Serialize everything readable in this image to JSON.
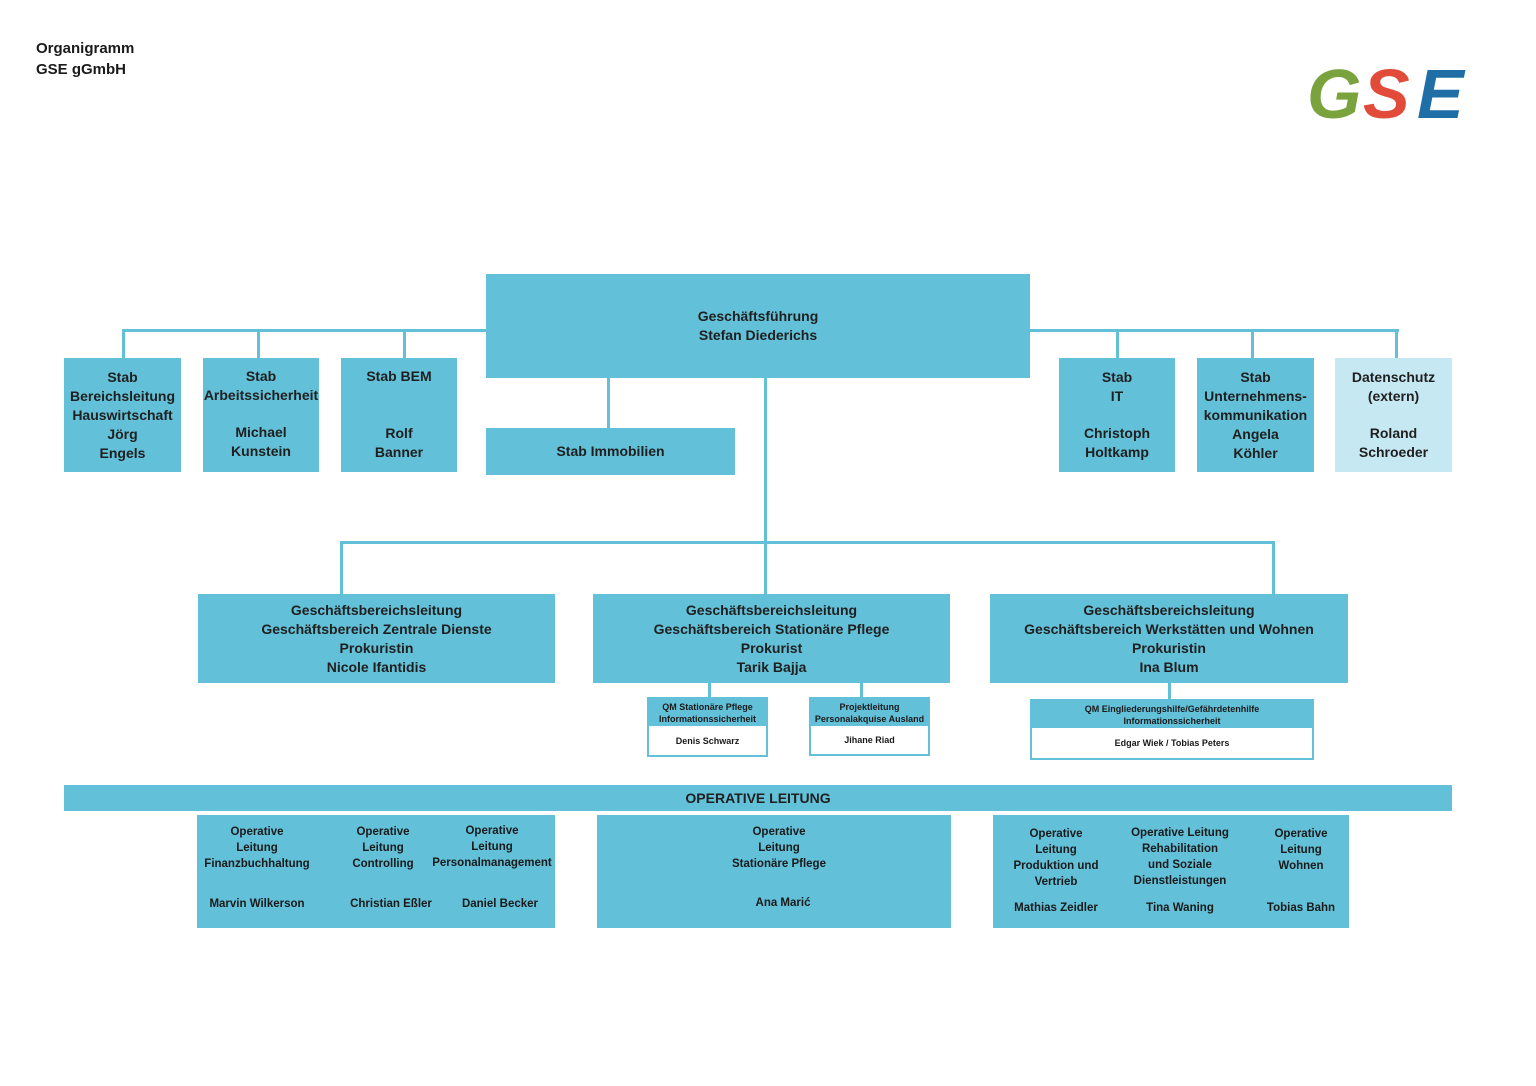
{
  "header": {
    "line1": "Organigramm",
    "line2": "GSE gGmbH"
  },
  "logo": {
    "letters": [
      "G",
      "S",
      "E"
    ],
    "colors": [
      "#7aa33e",
      "#e24a3a",
      "#1f6fa6"
    ]
  },
  "colors": {
    "box": "#62c0d8",
    "box_light": "#c6e8f2",
    "line": "#62c0d8"
  },
  "ceo": {
    "title": "Geschäftsführung",
    "name": "Stefan Diederichs"
  },
  "immobilien": {
    "label": "Stab Immobilien"
  },
  "staff_left": [
    {
      "lines": [
        "Stab",
        "Bereichsleitung",
        "Hauswirtschaft",
        "Jörg",
        "Engels"
      ]
    },
    {
      "title": [
        "Stab",
        "Arbeitssicherheit"
      ],
      "name": [
        "Michael",
        "Kunstein"
      ]
    },
    {
      "title": [
        "Stab BEM"
      ],
      "name": [
        "Rolf",
        "Banner"
      ]
    }
  ],
  "staff_right": [
    {
      "title": [
        "Stab",
        "IT"
      ],
      "name": [
        "Christoph",
        "Holtkamp"
      ]
    },
    {
      "title": [
        "Stab",
        "Unternehmens-",
        "kommunikation"
      ],
      "name": [
        "Angela",
        "Köhler"
      ]
    },
    {
      "title": [
        "Datenschutz",
        "(extern)"
      ],
      "name": [
        "Roland",
        "Schroeder"
      ]
    }
  ],
  "divisions": [
    {
      "lines": [
        "Geschäftsbereichsleitung",
        "Geschäftsbereich Zentrale Dienste",
        "Prokuristin",
        "Nicole Ifantidis"
      ]
    },
    {
      "lines": [
        "Geschäftsbereichsleitung",
        "Geschäftsbereich Stationäre Pflege",
        "Prokurist",
        "Tarik Bajja"
      ]
    },
    {
      "lines": [
        "Geschäftsbereichsleitung",
        "Geschäftsbereich Werkstätten und Wohnen",
        "Prokuristin",
        "Ina Blum"
      ]
    }
  ],
  "sub_units": [
    {
      "head": [
        "QM Stationäre Pflege",
        "Informationssicherheit"
      ],
      "name": "Denis Schwarz"
    },
    {
      "head": [
        "Projektleitung",
        "Personalakquise Ausland"
      ],
      "name": "Jihane Riad"
    },
    {
      "head": [
        "QM Eingliederungshilfe/Gefährdetenhilfe",
        "Informationssicherheit"
      ],
      "name": "Edgar Wiek / Tobias Peters"
    }
  ],
  "operative_bar": {
    "label": "OPERATIVE LEITUNG"
  },
  "operative_groups": [
    {
      "items": [
        {
          "title": [
            "Operative",
            "Leitung",
            "Finanzbuchhaltung"
          ],
          "name": "Marvin Wilkerson"
        },
        {
          "title": [
            "Operative",
            "Leitung",
            "Controlling"
          ],
          "name": "Christian Eßler"
        },
        {
          "title": [
            "Operative",
            "Leitung",
            "Personalmanagement"
          ],
          "name": "Daniel Becker"
        }
      ]
    },
    {
      "items": [
        {
          "title": [
            "Operative",
            "Leitung",
            "Stationäre Pflege"
          ],
          "name": "Ana Marić"
        }
      ]
    },
    {
      "items": [
        {
          "title": [
            "Operative",
            "Leitung",
            "Produktion und",
            "Vertrieb"
          ],
          "name": "Mathias Zeidler"
        },
        {
          "title": [
            "Operative Leitung",
            "Rehabilitation",
            "und Soziale",
            "Dienstleistungen"
          ],
          "name": "Tina Waning"
        },
        {
          "title": [
            "Operative",
            "Leitung",
            "Wohnen"
          ],
          "name": "Tobias Bahn"
        }
      ]
    }
  ]
}
